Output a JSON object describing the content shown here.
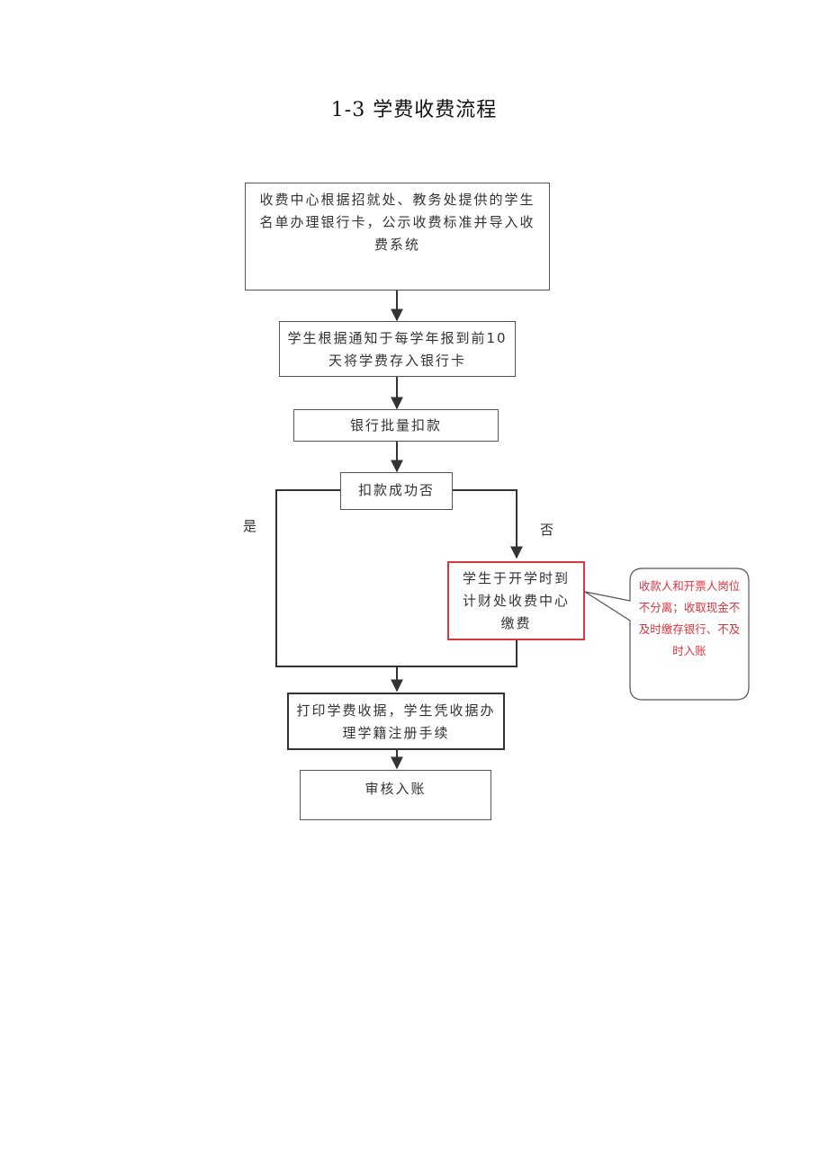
{
  "title": "1-3 学费收费流程",
  "steps": {
    "step1": {
      "text": "收费中心根据招就处、教务处提供的学生名单办理银行卡，公示收费标准并导入收费系统"
    },
    "step2": {
      "text": "学生根据通知于每学年报到前10天将学费存入银行卡"
    },
    "step3": {
      "text": "银行批量扣款"
    },
    "decision": {
      "text": "扣款成功否"
    },
    "step_no": {
      "text": "学生于开学时到计财处收费中心缴费"
    },
    "step4": {
      "text": "打印学费收据，学生凭收据办理学籍注册手续"
    },
    "step5": {
      "text": "审核入账"
    }
  },
  "branches": {
    "yes_label": "是",
    "no_label": "否"
  },
  "risk_note": {
    "text": "收款人和开票人岗位不分离；收取现金不及时缴存银行、不及时入账",
    "color": "#d9363e"
  },
  "colors": {
    "line": "#333333",
    "highlight": "#d9363e",
    "callout_border": "#555555"
  }
}
